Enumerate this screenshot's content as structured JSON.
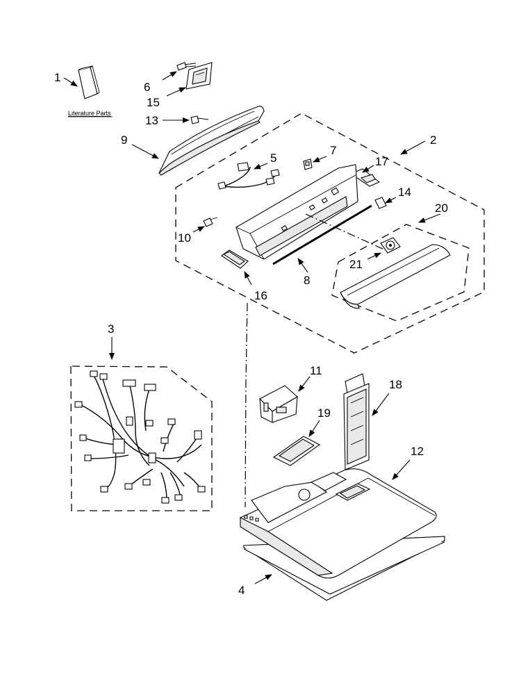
{
  "literature_label": "Literature Parts",
  "callouts": [
    {
      "id": "c1",
      "text": "1"
    },
    {
      "id": "c2",
      "text": "2"
    },
    {
      "id": "c3",
      "text": "3"
    },
    {
      "id": "c4",
      "text": "4"
    },
    {
      "id": "c5",
      "text": "5"
    },
    {
      "id": "c6",
      "text": "6"
    },
    {
      "id": "c7",
      "text": "7"
    },
    {
      "id": "c8",
      "text": "8"
    },
    {
      "id": "c9",
      "text": "9"
    },
    {
      "id": "c10",
      "text": "10"
    },
    {
      "id": "c11",
      "text": "11"
    },
    {
      "id": "c12",
      "text": "12"
    },
    {
      "id": "c13",
      "text": "13"
    },
    {
      "id": "c14",
      "text": "14"
    },
    {
      "id": "c15",
      "text": "15"
    },
    {
      "id": "c16",
      "text": "16"
    },
    {
      "id": "c17",
      "text": "17"
    },
    {
      "id": "c18",
      "text": "18"
    },
    {
      "id": "c19",
      "text": "19"
    },
    {
      "id": "c20",
      "text": "20"
    },
    {
      "id": "c21",
      "text": "21"
    }
  ]
}
